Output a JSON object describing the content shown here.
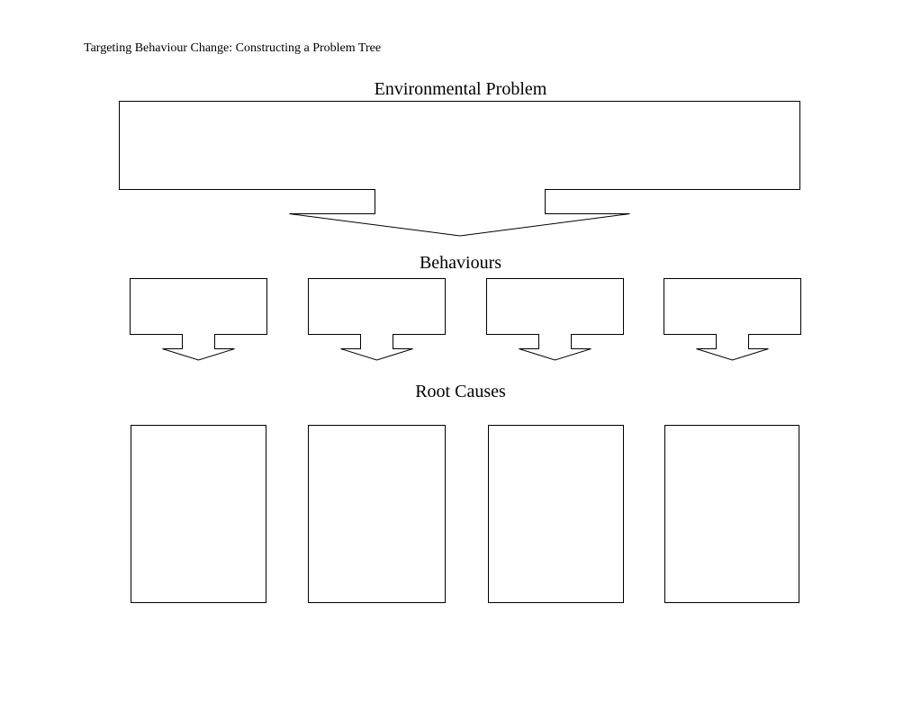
{
  "page": {
    "title": "Targeting Behaviour Change: Constructing a Problem Tree",
    "background_color": "#ffffff",
    "line_color": "#000000",
    "text_color": "#000000"
  },
  "diagram": {
    "type": "problem-tree-worksheet",
    "levels": [
      {
        "id": "environmental-problem",
        "label": "Environmental Problem",
        "box_count": 1,
        "box_contents": [
          ""
        ]
      },
      {
        "id": "behaviours",
        "label": "Behaviours",
        "box_count": 4,
        "box_contents": [
          "",
          "",
          "",
          ""
        ]
      },
      {
        "id": "root-causes",
        "label": "Root Causes",
        "box_count": 4,
        "box_contents": [
          "",
          "",
          "",
          ""
        ]
      }
    ],
    "connectors": [
      {
        "from": "environmental-problem",
        "to": "behaviours",
        "type": "block-arrow-down",
        "count": 1
      },
      {
        "from": "behaviours",
        "to": "root-causes",
        "type": "block-arrow-down",
        "count": 4
      }
    ]
  }
}
